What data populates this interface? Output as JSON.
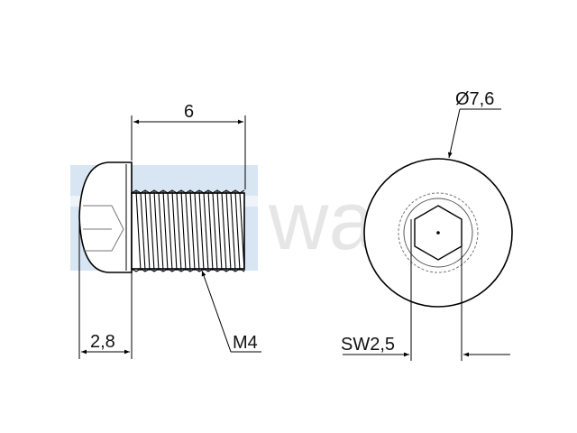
{
  "watermark": {
    "text": "walker",
    "colors": {
      "logo_block": "#d8e6f3",
      "text": "#e6e6e6"
    }
  },
  "dimensions": {
    "thread_length": "6",
    "head_height": "2,8",
    "thread_size": "M4",
    "head_diameter": "Ø7,6",
    "hex_socket": "SW2,5"
  },
  "colors": {
    "line": "#000000",
    "hidden_line": "#777777",
    "background": "#ffffff"
  }
}
